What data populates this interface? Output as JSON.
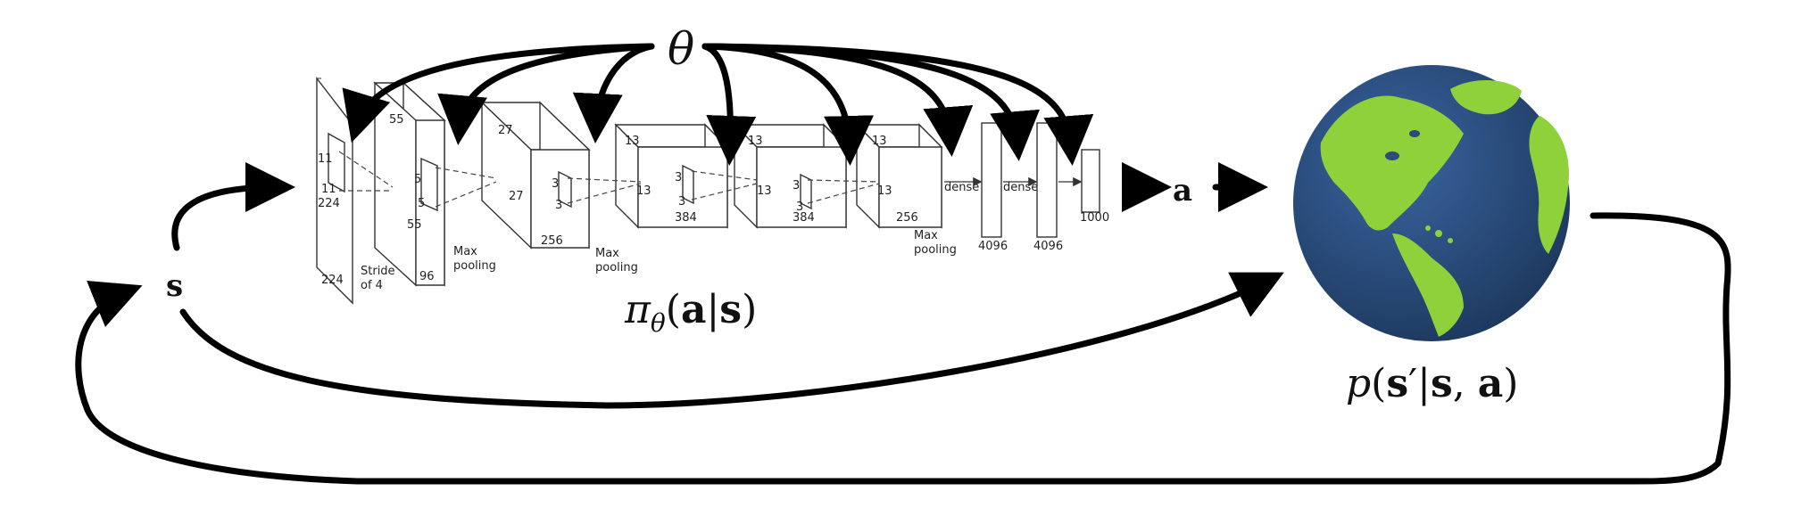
{
  "symbols": {
    "theta": "θ",
    "s": "s",
    "a": "a",
    "policy": {
      "pi": "π",
      "sub": "θ",
      "rest_open": "(",
      "a": "a",
      "bar": "|",
      "s": "s",
      "rest_close": ")"
    },
    "dynamics": {
      "p": "p",
      "open": "(",
      "s": "s",
      "prime": "′",
      "bar": "|",
      "s2": "s",
      "comma": ", ",
      "a": "a",
      "close": ")"
    }
  },
  "network": {
    "input": {
      "dims": [
        "224",
        "224"
      ],
      "kernel": [
        "11",
        "11"
      ],
      "stride": "Stride\nof 4"
    },
    "conv1": {
      "dims": [
        "55",
        "55"
      ],
      "kernel": [
        "5",
        "5"
      ],
      "depth": "96",
      "pool": "Max\npooling"
    },
    "conv2": {
      "dims": [
        "27",
        "27"
      ],
      "kernel": [
        "3",
        "3"
      ],
      "depth": "256",
      "pool": "Max\npooling"
    },
    "conv3": {
      "dims": [
        "13",
        "13"
      ],
      "kernel": [
        "3",
        "3"
      ],
      "depth": "384"
    },
    "conv4": {
      "dims": [
        "13",
        "13"
      ],
      "kernel": [
        "3",
        "3"
      ],
      "depth": "384"
    },
    "conv5": {
      "dims": [
        "13",
        "13"
      ],
      "depth": "256",
      "pool": "Max\npooling"
    },
    "dense1": {
      "label": "dense",
      "size": "4096"
    },
    "dense2": {
      "label": "dense",
      "size": "4096"
    },
    "output": {
      "size": "1000"
    }
  },
  "colors": {
    "ocean": "#2c4a7a",
    "land": "#8ed13a",
    "arrow": "#000000"
  }
}
